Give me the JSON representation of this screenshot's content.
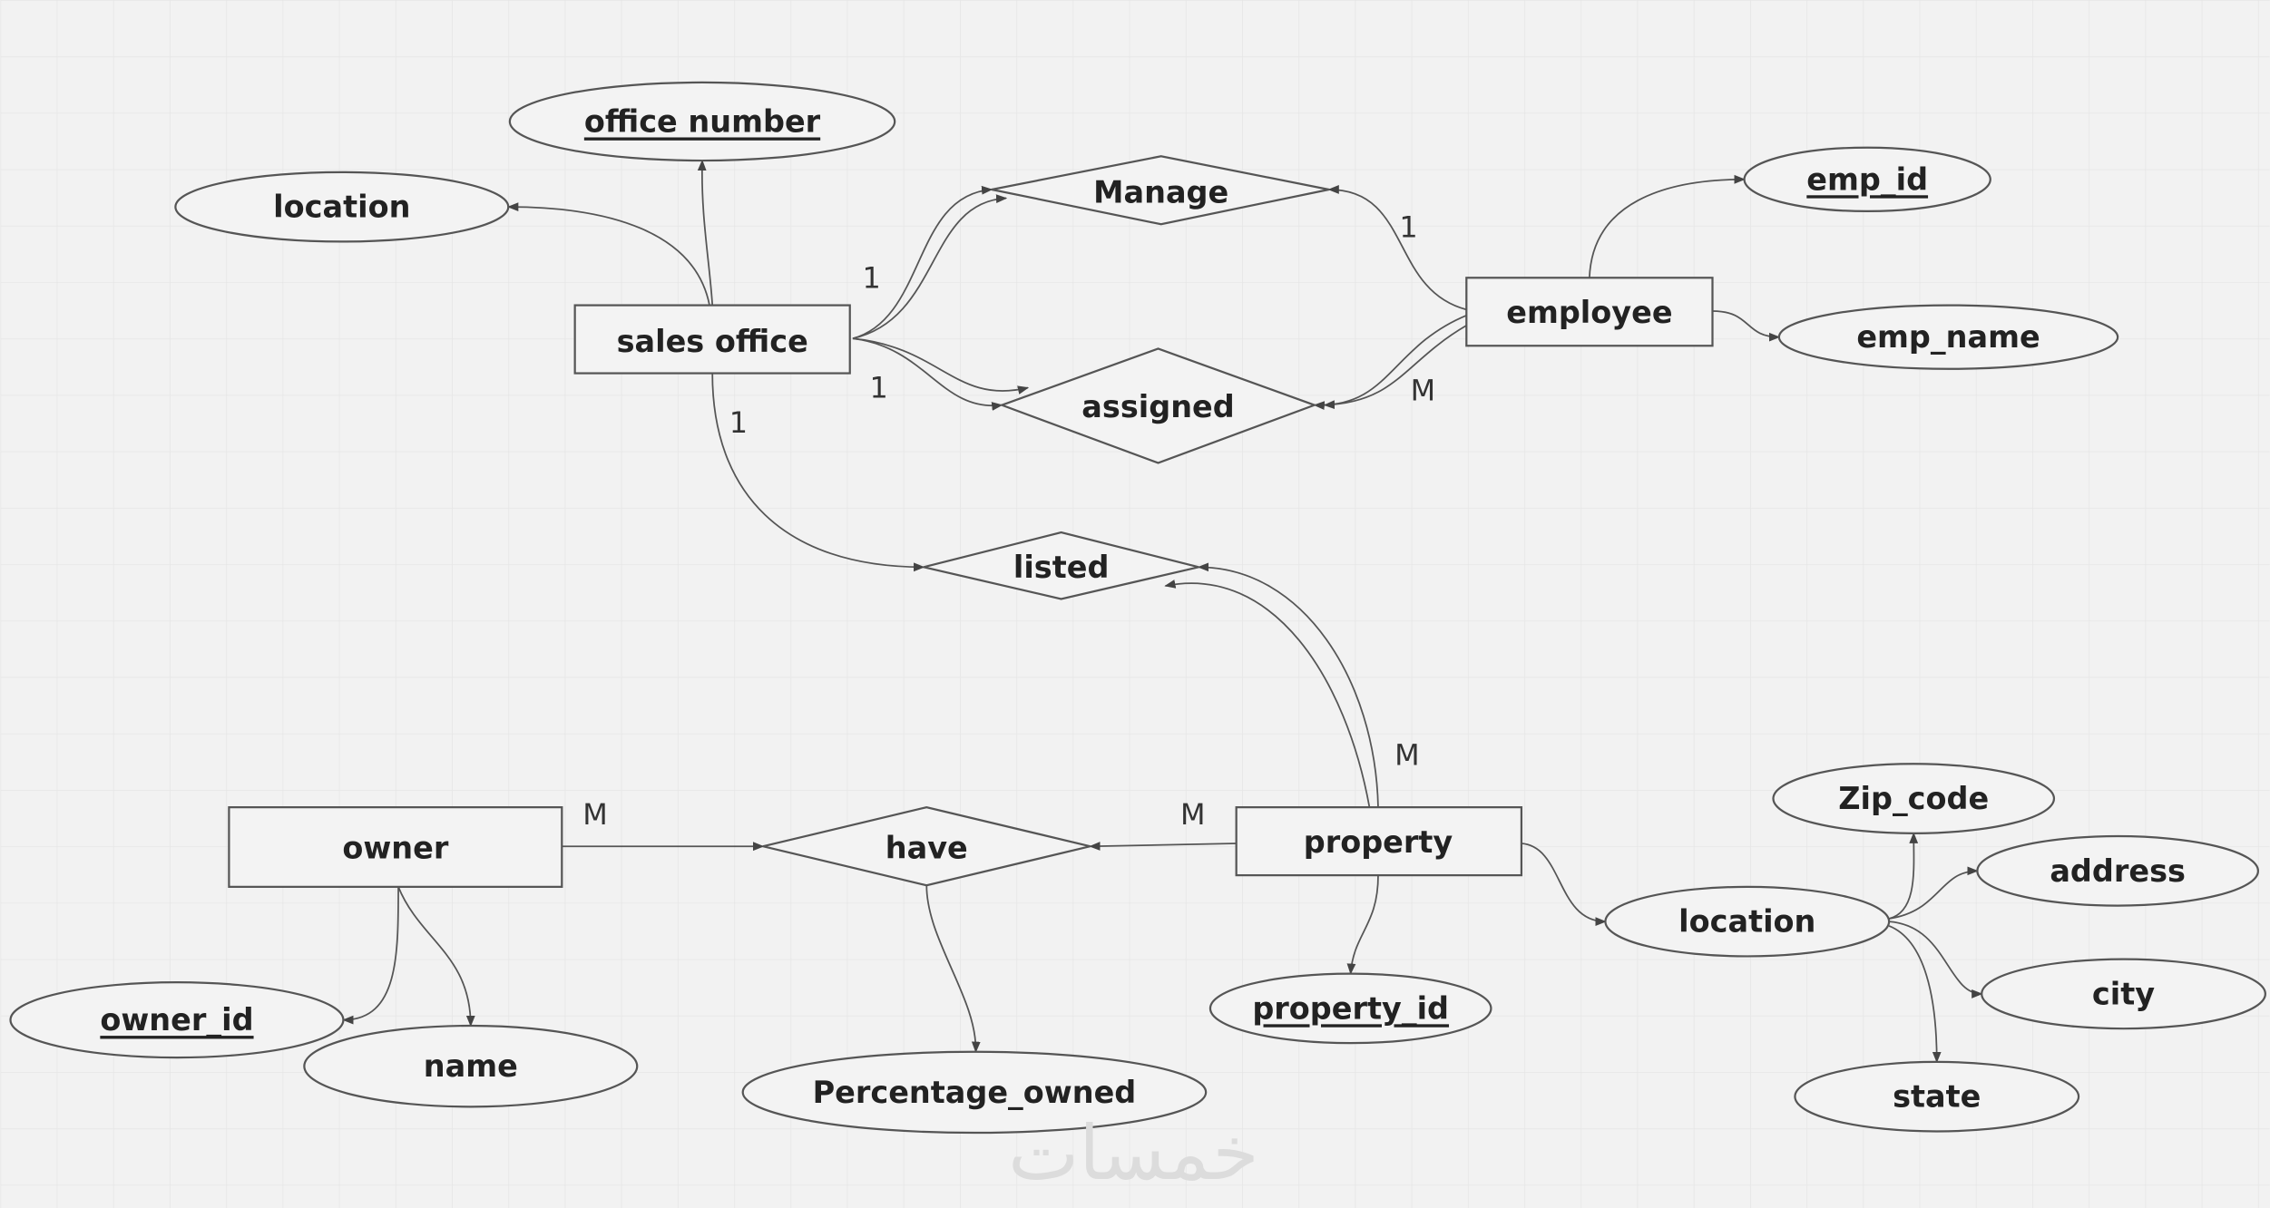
{
  "entities": {
    "sales_office": "sales office",
    "employee": "employee",
    "owner": "owner",
    "property": "property"
  },
  "relationships": {
    "manage": "Manage",
    "assigned": "assigned",
    "listed": "listed",
    "have": "have"
  },
  "attributes": {
    "office_number": "office number",
    "office_location": "location",
    "emp_id": "emp_id",
    "emp_name": "emp_name",
    "owner_id": "owner_id",
    "owner_name": "name",
    "percentage_owned": "Percentage_owned",
    "property_id": "property_id",
    "property_location": "location",
    "zip_code": "Zip_code",
    "address": "address",
    "city": "city",
    "state": "state"
  },
  "cardinalities": {
    "manage_office": "1",
    "manage_employee": "1",
    "assigned_office": "1",
    "assigned_employee": "M",
    "listed_office": "1",
    "listed_property": "M",
    "have_owner": "M",
    "have_property": "M"
  },
  "watermark": "خمسات",
  "colors": {
    "background": "#f2f2f2",
    "stroke": "#555555",
    "grid": "#e6e6e6"
  }
}
